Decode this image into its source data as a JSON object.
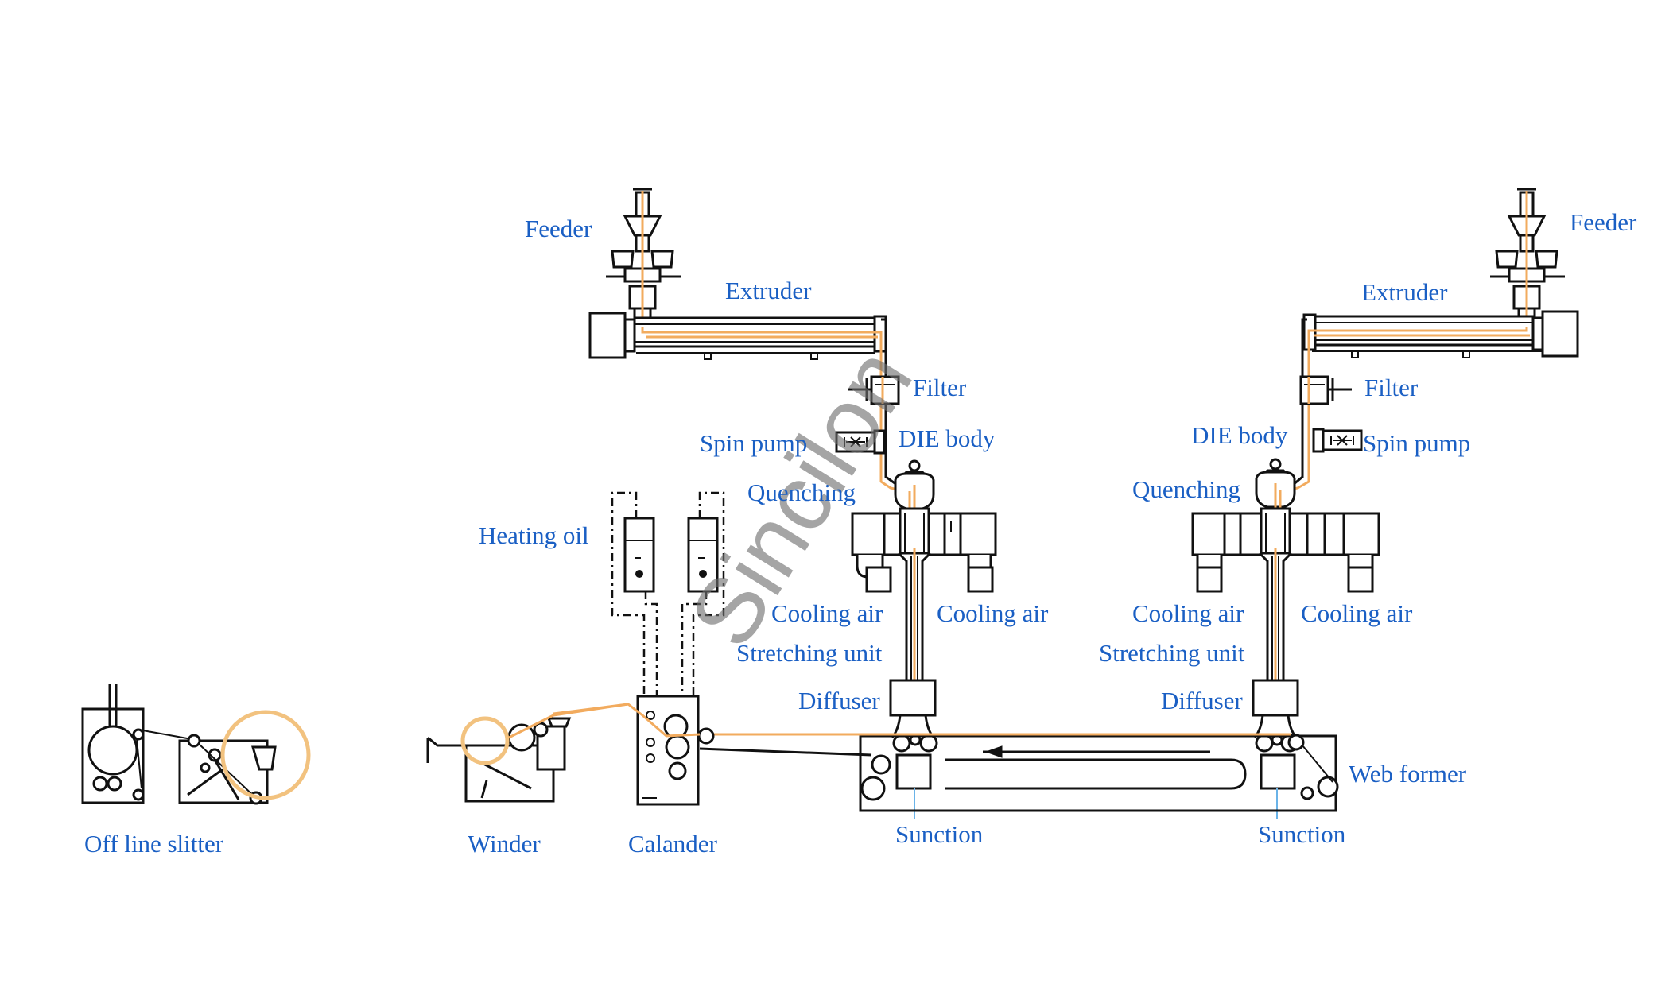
{
  "labels": {
    "feeder_left": "Feeder",
    "feeder_right": "Feeder",
    "extruder_left": "Extruder",
    "extruder_right": "Extruder",
    "filter_left": "Filter",
    "filter_right": "Filter",
    "spin_pump_left": "Spin pump",
    "spin_pump_right": "Spin pump",
    "die_body_left": "DIE body",
    "die_body_right": "DIE body",
    "quenching_left": "Quenching",
    "quenching_right": "Quenching",
    "heating_oil": "Heating oil",
    "cooling_air_1": "Cooling air",
    "cooling_air_2": "Cooling air",
    "cooling_air_3": "Cooling air",
    "cooling_air_4": "Cooling air",
    "stretching_unit_left": "Stretching unit",
    "stretching_unit_right": "Stretching unit",
    "diffuser_left": "Diffuser",
    "diffuser_right": "Diffuser",
    "web_former": "Web former",
    "suction_left": "Sunction",
    "suction_right": "Sunction",
    "off_line_slitter": "Off line slitter",
    "winder": "Winder",
    "calander": "Calander"
  },
  "watermark": "Sincilon",
  "colors": {
    "label": "#1a5fc4",
    "line": "#111111",
    "polymer_path": "#f2ab5e",
    "highlight_circle": "#f2c27f",
    "suction_line": "#6ab3e8"
  }
}
